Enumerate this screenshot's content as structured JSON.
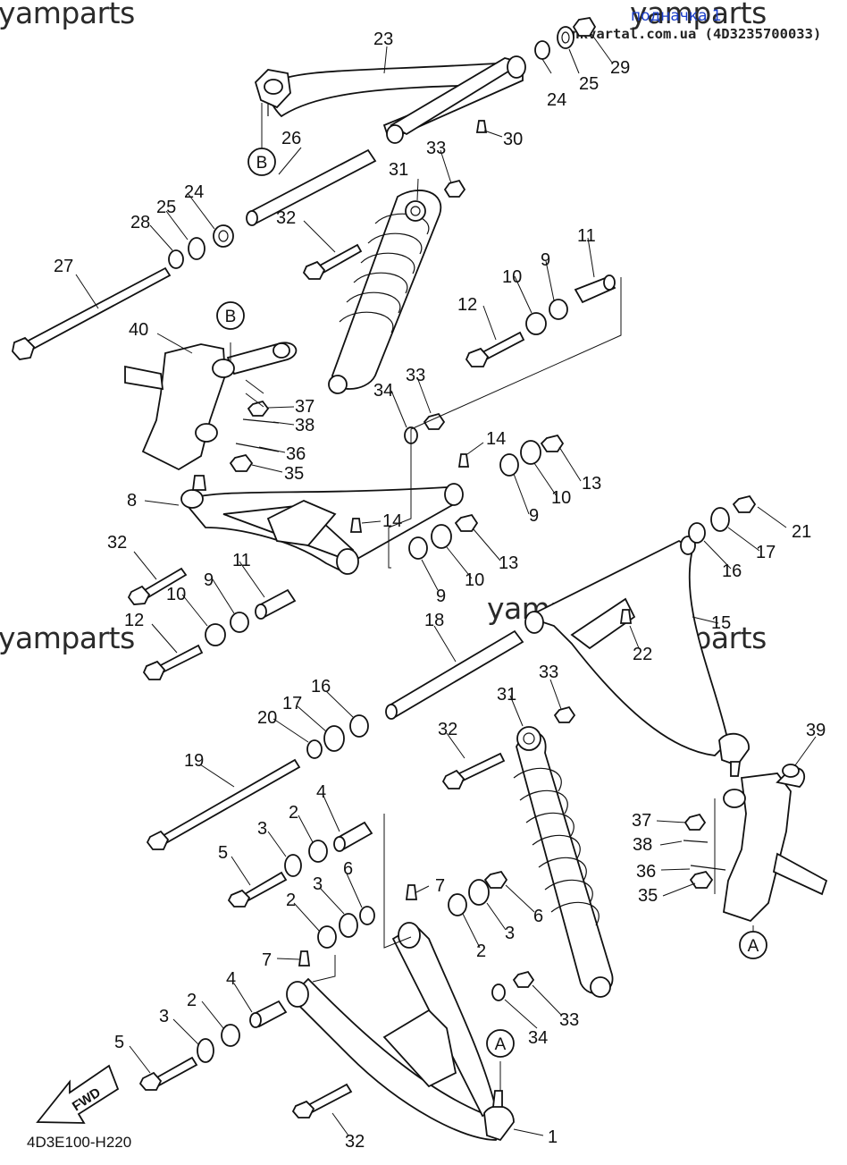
{
  "watermarks": {
    "wm_top_left": "yamparts",
    "wm_top_right": "yamparts",
    "wm_mid_left": "yamparts",
    "wm_mid_center": "yamparts",
    "wm_mid_right": "yamparts"
  },
  "header": {
    "link_text": "подначка 1",
    "source_text": "lnkvartal.com.ua (4D3235700033)"
  },
  "footer": {
    "diagram_code": "4D3E100-H220",
    "fwd_label": "FWD"
  },
  "callouts": {
    "c23": "23",
    "c24a": "24",
    "c25a": "25",
    "c29": "29",
    "c30": "30",
    "c26": "26",
    "c31a": "31",
    "c33a": "33",
    "c24b": "24",
    "c25b": "25",
    "c28": "28",
    "c32a": "32",
    "c27": "27",
    "c11a": "11",
    "c9a": "9",
    "c10a": "10",
    "c12a": "12",
    "c40": "40",
    "c33b": "33",
    "c34a": "34",
    "c37a": "37",
    "c38a": "38",
    "c36a": "36",
    "c35a": "35",
    "c14a": "14",
    "c13a": "13",
    "c10b": "10",
    "c9b": "9",
    "c8": "8",
    "c14b": "14",
    "c32b": "32",
    "c11b": "11",
    "c9c": "9",
    "c10c": "10",
    "c12b": "12",
    "c13b": "13",
    "c10d": "10",
    "c9d": "9",
    "c21": "21",
    "c17a": "17",
    "c16a": "16",
    "c15": "15",
    "c22": "22",
    "c18": "18",
    "c16b": "16",
    "c17b": "17",
    "c20": "20",
    "c33c": "33",
    "c31b": "31",
    "c32c": "32",
    "c39": "39",
    "c19": "19",
    "c4a": "4",
    "c2a": "2",
    "c3a": "3",
    "c5a": "5",
    "c37b": "37",
    "c38b": "38",
    "c36b": "36",
    "c35b": "35",
    "c6a": "6",
    "c3b": "3",
    "c2b": "2",
    "c7a": "7",
    "c2c": "2",
    "c3c": "3",
    "c6b": "6",
    "c7b": "7",
    "c4b": "4",
    "c2d": "2",
    "c3d": "3",
    "c5b": "5",
    "c34b": "34",
    "c33d": "33",
    "c32d": "32",
    "c1": "1"
  },
  "markers": {
    "mB1": "B",
    "mB2": "B",
    "mA1": "A",
    "mA2": "A"
  }
}
